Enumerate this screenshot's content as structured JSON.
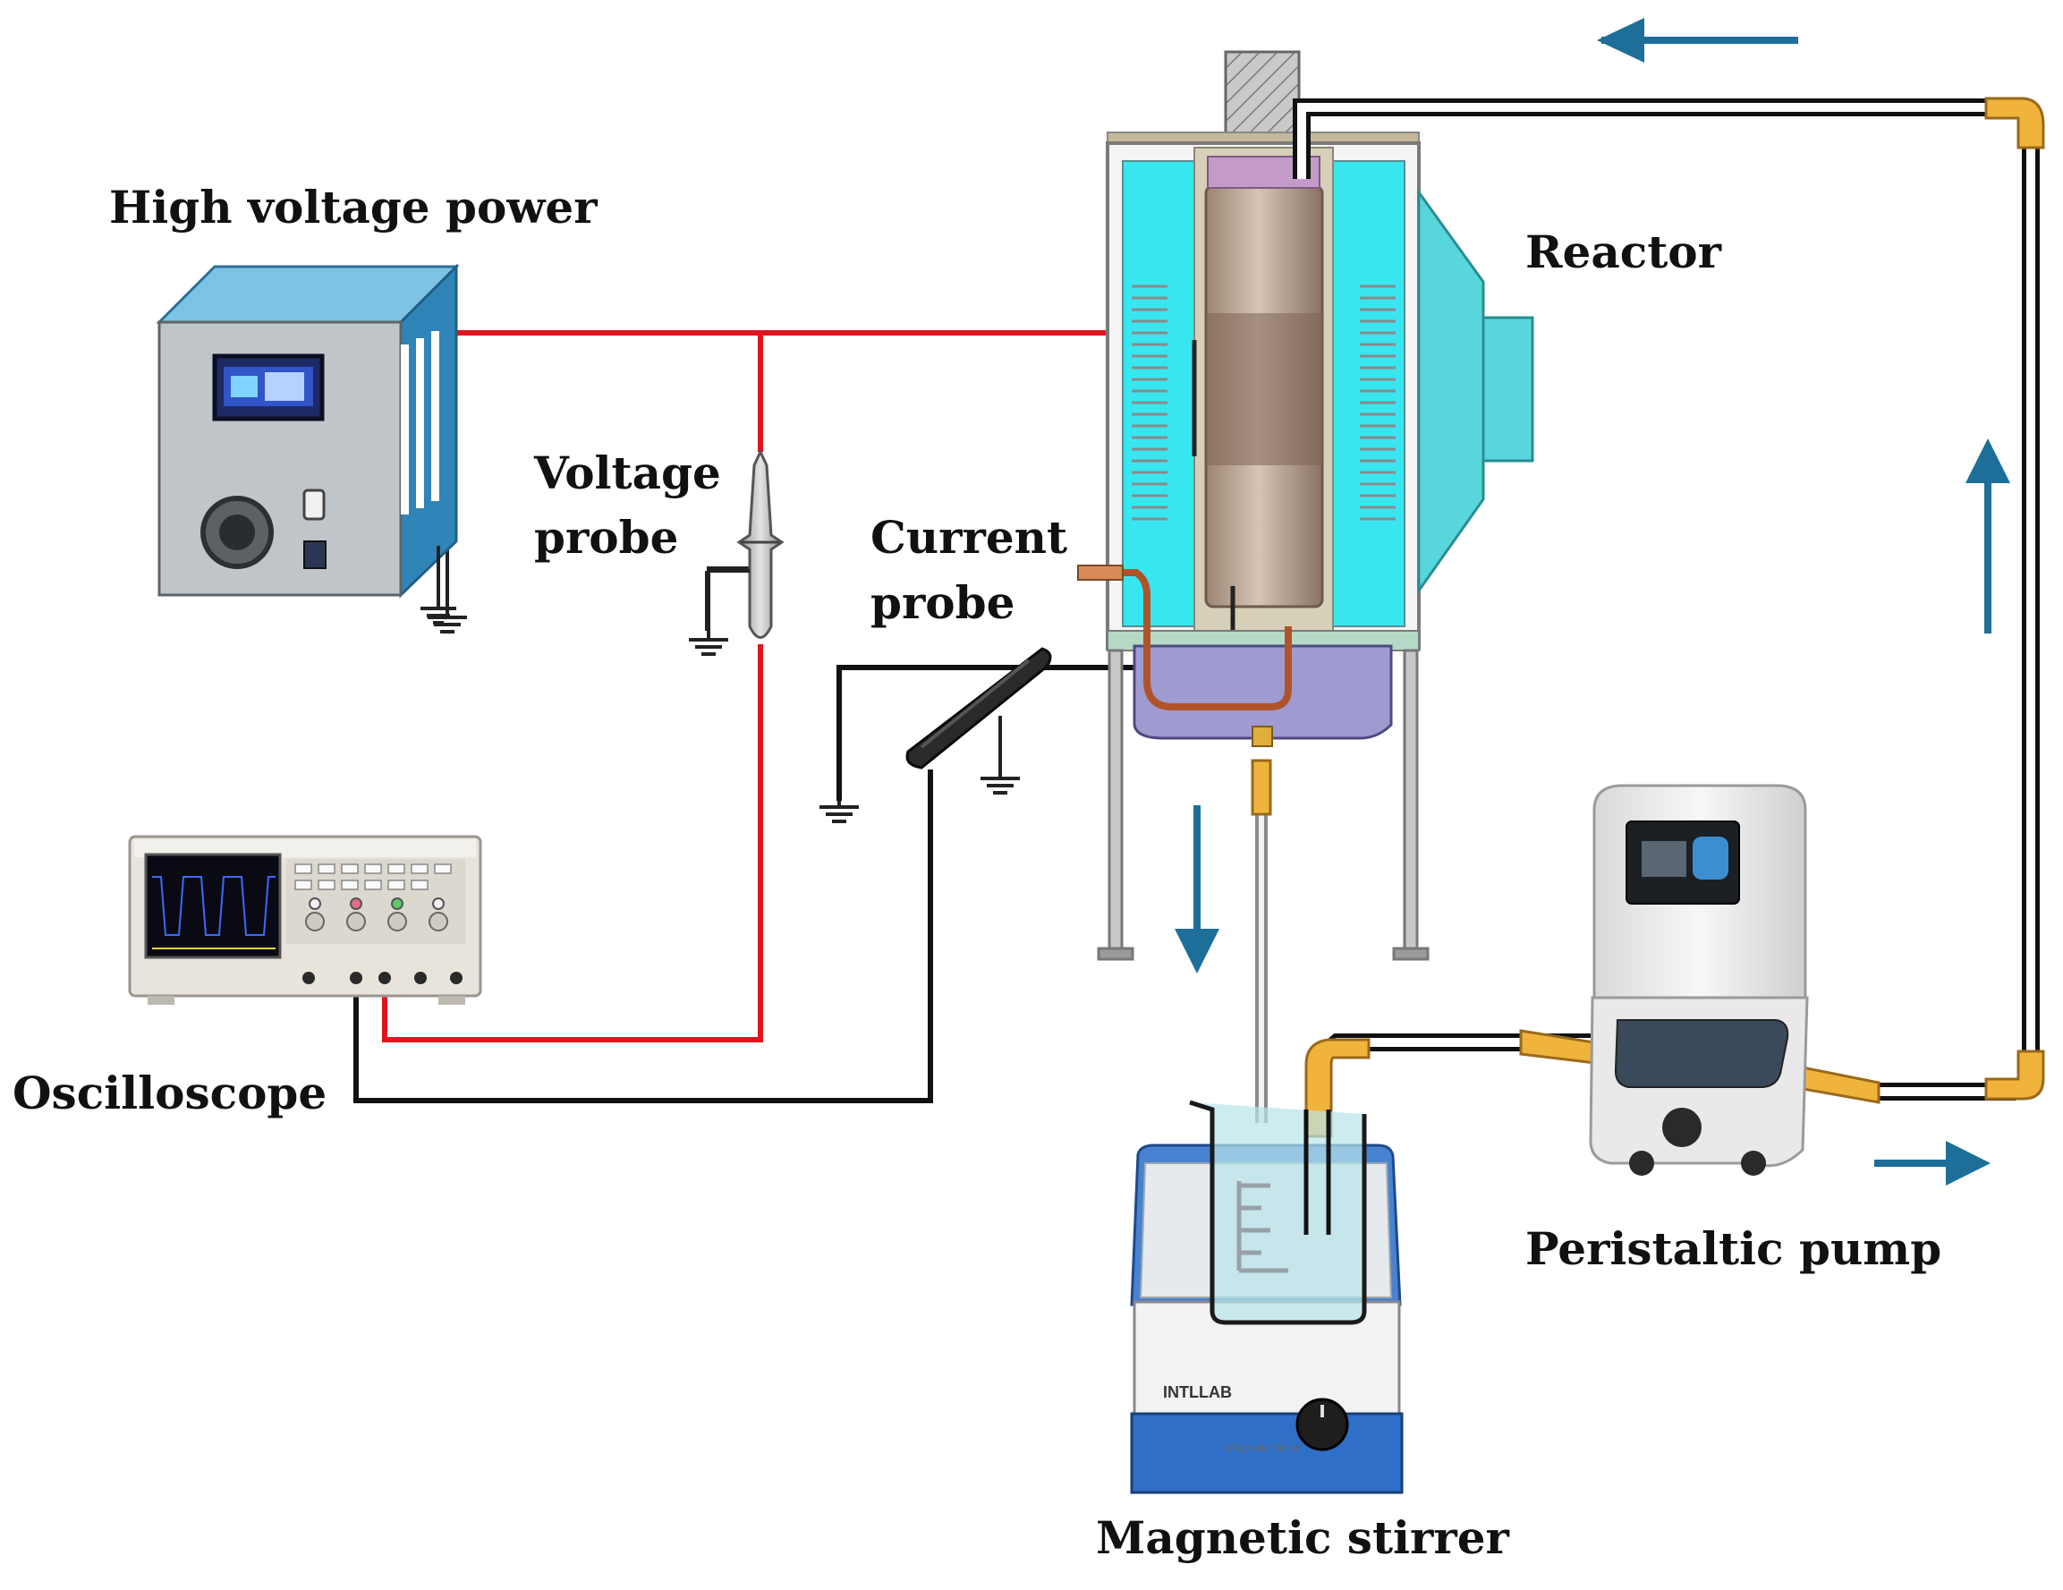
{
  "labels": {
    "high_voltage_power": "High voltage power",
    "reactor": "Reactor",
    "voltage_probe_line1": "Voltage",
    "voltage_probe_line2": "probe",
    "current_probe_line1": "Current",
    "current_probe_line2": "probe",
    "oscilloscope": "Oscilloscope",
    "peristaltic_pump": "Peristaltic pump",
    "magnetic_stirrer": "Magnetic stirrer"
  },
  "device_text": {
    "stirrer_brand": "INTLLAB",
    "stirrer_model": "Magnetic Stirrer"
  },
  "colors": {
    "high_voltage_wire": "#e0141c",
    "signal_wire": "#111111",
    "flow_arrow": "#1d6f9a",
    "coolant": "#38e6f0",
    "tube_connector": "#f0b43c",
    "power_supply_body": "#4aa6d6"
  }
}
